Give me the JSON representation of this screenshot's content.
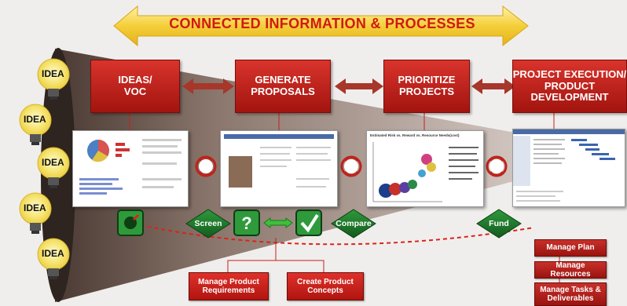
{
  "title": "CONNECTED INFORMATION & PROCESSES",
  "stages": [
    {
      "label": "IDEAS/\nVOC"
    },
    {
      "label": "GENERATE\nPROPOSALS"
    },
    {
      "label": "PRIORITIZE\nPROJECTS"
    },
    {
      "label": "PROJECT EXECUTION/\nPRODUCT\nDEVELOPMENT"
    }
  ],
  "ideas": [
    "IDEA",
    "IDEA",
    "IDEA",
    "IDEA",
    "IDEA"
  ],
  "gates": [
    "Screen",
    "Compare",
    "Fund"
  ],
  "bottom_boxes": [
    "Manage Product\nRequirements",
    "Create Product\nConcepts"
  ],
  "side_boxes": [
    "Manage Plan",
    "Manage Resources",
    "Manage Tasks &\nDeliverables"
  ],
  "chart_title": "Estimated Risk vs. Reward vs. Resource Needs(cost)",
  "colors": {
    "red": "#c0221b",
    "yellow": "#f7d44a",
    "green": "#1f7a2c",
    "funnel": "#6b5a52"
  }
}
